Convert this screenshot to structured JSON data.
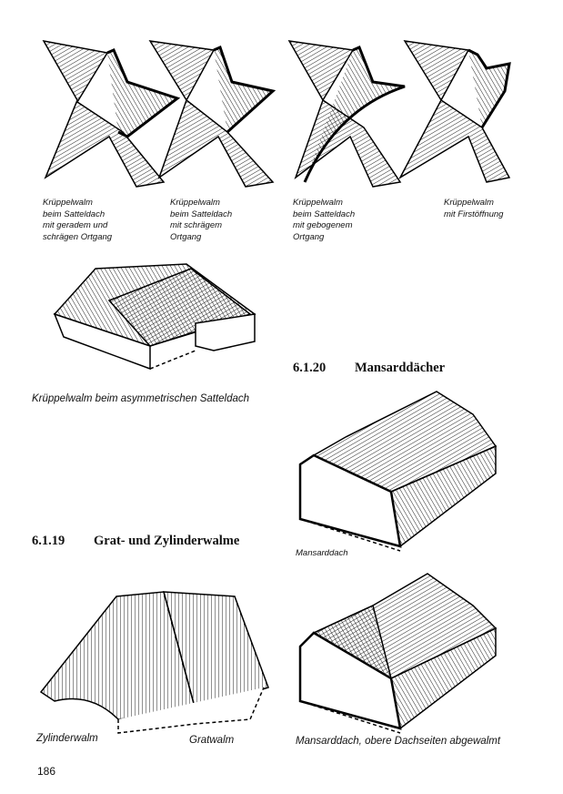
{
  "captions_top": [
    "Krüppelwalm\nbeim Satteldach\nmit geradem und\nschrägen Ortgang",
    "Krüppelwalm\nbeim Satteldach\nmit schrägem\nOrtgang",
    "Krüppelwalm\nbeim Satteldach\nmit gebogenem\nOrtgang",
    "Krüppelwalm\nmit Firstöffnung"
  ],
  "caption_asym": "Krüppelwalm beim asymmetrischen Satteldach",
  "section_1_20": {
    "number": "6.1.20",
    "title": "Mansarddächer"
  },
  "caption_mansard": "Mansarddach",
  "section_1_19": {
    "number": "6.1.19",
    "title": "Grat- und Zylinderwalme"
  },
  "caption_zylinder": "Zylinderwalm",
  "caption_grat": "Gratwalm",
  "caption_mansard2": "Mansarddach, obere Dachseiten abgewalmt",
  "page_number": "186"
}
